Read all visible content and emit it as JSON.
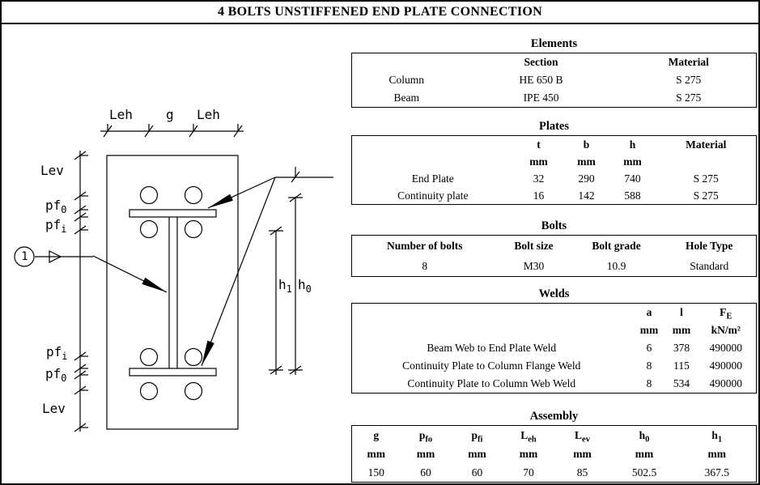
{
  "title": "4 BOLTS UNSTIFFENED END PLATE CONNECTION",
  "diagram": {
    "callout_number": "1",
    "labels": {
      "leh": "Leh",
      "g": "g",
      "lev": "Lev",
      "pf_base": "pf",
      "pf_sub_outer": "0",
      "pf_sub_inner": "i",
      "h_base": "h",
      "h_sub_0": "0",
      "h_sub_1": "1"
    }
  },
  "tables": {
    "elements": {
      "title": "Elements",
      "headers": [
        "",
        "Section",
        "Material"
      ],
      "rows": [
        [
          "Column",
          "HE 650 B",
          "S 275"
        ],
        [
          "Beam",
          "IPE 450",
          "S 275"
        ]
      ]
    },
    "plates": {
      "title": "Plates",
      "headers": [
        "",
        "t",
        "b",
        "h",
        "Material"
      ],
      "units": [
        "",
        "mm",
        "mm",
        "mm",
        ""
      ],
      "rows": [
        [
          "End Plate",
          "32",
          "290",
          "740",
          "S 275"
        ],
        [
          "Continuity plate",
          "16",
          "142",
          "588",
          "S 275"
        ]
      ]
    },
    "bolts": {
      "title": "Bolts",
      "headers": [
        "Number of bolts",
        "Bolt size",
        "Bolt grade",
        "Hole Type"
      ],
      "rows": [
        [
          "8",
          "M30",
          "10.9",
          "Standard"
        ]
      ]
    },
    "welds": {
      "title": "Welds",
      "headers": {
        "a": "a",
        "l": "l",
        "f_base": "F",
        "f_sub": "E"
      },
      "units": [
        "mm",
        "mm",
        "kN/m²"
      ],
      "rows": [
        [
          "Beam Web to End Plate Weld",
          "6",
          "378",
          "490000"
        ],
        [
          "Continuity Plate to Column Flange Weld",
          "8",
          "115",
          "490000"
        ],
        [
          "Continuity Plate to Column Web Weld",
          "8",
          "534",
          "490000"
        ]
      ]
    },
    "assembly": {
      "title": "Assembly",
      "headers": [
        {
          "base": "g",
          "sub": ""
        },
        {
          "base": "p",
          "sub": "fo"
        },
        {
          "base": "p",
          "sub": "fi"
        },
        {
          "base": "L",
          "sub": "eh"
        },
        {
          "base": "L",
          "sub": "ev"
        },
        {
          "base": "h",
          "sub": "0"
        },
        {
          "base": "h",
          "sub": "1"
        }
      ],
      "units": [
        "mm",
        "mm",
        "mm",
        "mm",
        "mm",
        "mm",
        "mm"
      ],
      "values": [
        "150",
        "60",
        "60",
        "70",
        "85",
        "502.5",
        "367.5"
      ]
    }
  }
}
